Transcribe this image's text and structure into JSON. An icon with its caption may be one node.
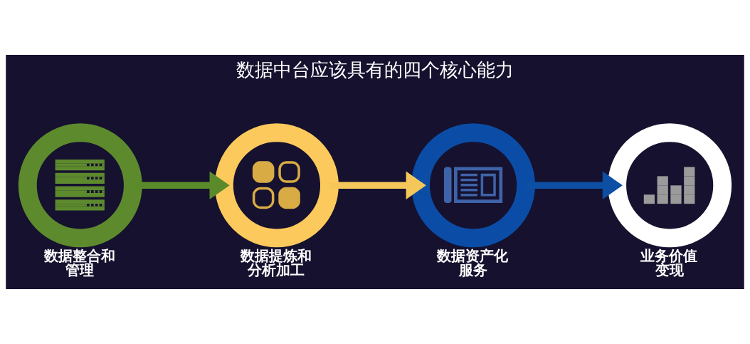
{
  "diagram": {
    "title": "数据中台应该具有的四个核心能力",
    "nodes": [
      {
        "text": [
          "数据整合和管理"
        ]
      },
      {
        "text": [
          "数据提炼和分析加工"
        ]
      },
      {
        "text": [
          "数据资产化服务"
        ]
      },
      {
        "text": [
          "业务价值变现"
        ]
      }
    ],
    "edges": [
      {
        "from": 0,
        "to": 1,
        "arrow": "to",
        "color": "#5b8a2b"
      },
      {
        "from": 1,
        "to": 2,
        "arrow": "to",
        "color": "#f5c75a"
      },
      {
        "from": 2,
        "to": 3,
        "arrow": "to",
        "color": "#0d4fa3"
      }
    ]
  }
}
